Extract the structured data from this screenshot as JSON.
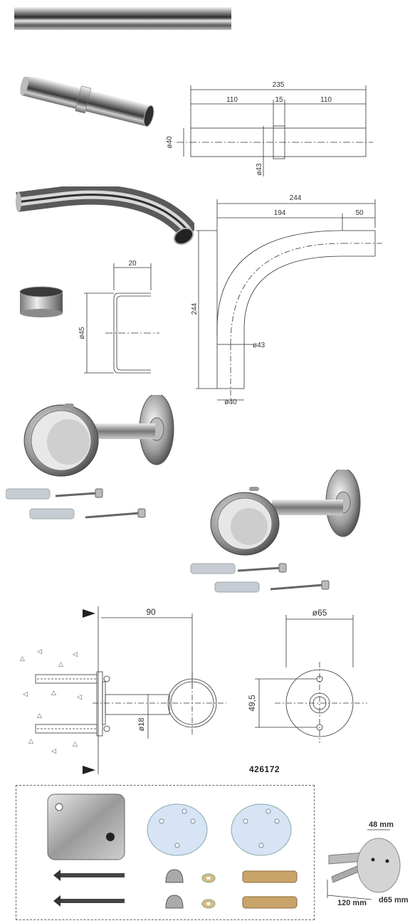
{
  "product_code": "426172",
  "connector": {
    "total": "235",
    "left": "110",
    "mid": "15",
    "right": "110",
    "dia_tube": "ø40",
    "dia_sleeve": "ø43"
  },
  "elbow": {
    "total": "244",
    "arc": "194",
    "straight": "50",
    "height": "244",
    "dia_out": "ø43",
    "dia_tube": "ø40"
  },
  "cap": {
    "depth": "20",
    "dia": "ø45"
  },
  "bracket": {
    "projection": "90",
    "flange_dia": "ø65",
    "hole_spacing": "49,5",
    "rod_dia": "ø18"
  },
  "kit_flange": {
    "hole_spacing": "48 mm",
    "projection": "120 mm",
    "dia": "d65 mm"
  },
  "colors": {
    "steel_dark": "#3a3a3a",
    "steel_light": "#f2f2f2",
    "plug_grey": "#c8ccd4",
    "plug_tan": "#c9a46a",
    "acrylic": "#d6e4f5",
    "line": "#333333"
  }
}
